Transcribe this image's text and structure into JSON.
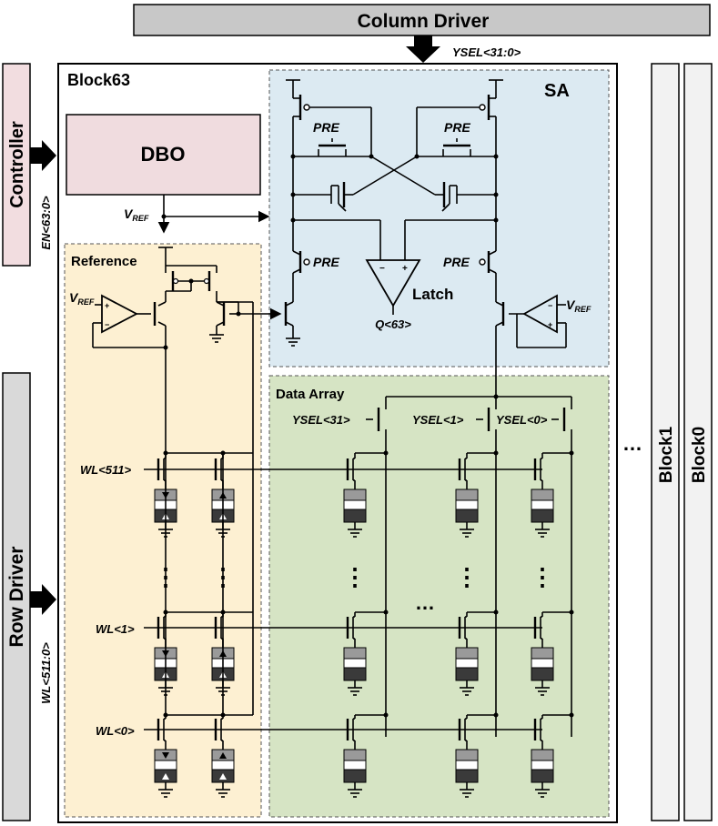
{
  "title_bar": {
    "column_driver": "Column Driver"
  },
  "side_bars": {
    "controller": "Controller",
    "row_driver": "Row Driver",
    "block1": "Block1",
    "block0": "Block0"
  },
  "block": {
    "name": "Block63",
    "dbo": "DBO",
    "sa": "SA",
    "reference": "Reference",
    "data_array": "Data Array",
    "latch": "Latch"
  },
  "signals": {
    "ysel_bus": "YSEL<31:0>",
    "en_bus": "EN<63:0>",
    "wl_bus": "WL<511:0>",
    "vref": "V",
    "vref_sub": "REF",
    "pre": "PRE",
    "q_out": "Q<63>",
    "ysel31": "YSEL<31>",
    "ysel1": "YSEL<1>",
    "ysel0": "YSEL<0>",
    "wl511": "WL<511>",
    "wl1": "WL<1>",
    "wl0": "WL<0>",
    "ellipsis": "…",
    "vdots": "⋮",
    "opamp_minus": "−",
    "opamp_plus": "+"
  },
  "colors": {
    "column_driver_fill": "#c8c8c8",
    "controller_fill": "#f2dde0",
    "dbo_fill": "#f0dcdf",
    "sa_fill": "#dceaf2",
    "reference_fill": "#fdf0d2",
    "data_array_fill": "#d6e4c4",
    "row_driver_fill": "#d9d9d9",
    "block_side_fill": "#f2f2f2"
  }
}
